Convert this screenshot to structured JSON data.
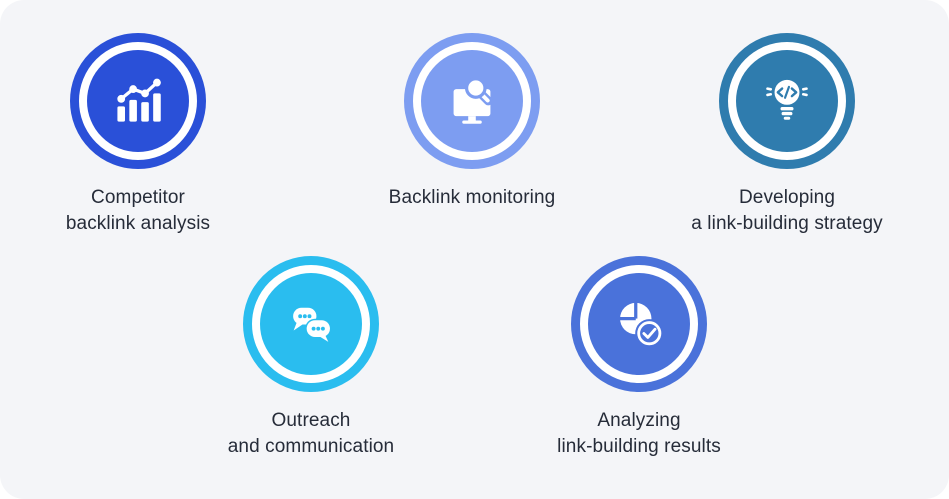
{
  "card": {
    "page_background": "#ffffff",
    "background": "#f4f5f8",
    "text_color": "#262c39"
  },
  "items": [
    {
      "icon": "bar-chart-trend-icon",
      "color": "#2a50d8",
      "lines": [
        "Competitor",
        "backlink analysis"
      ]
    },
    {
      "icon": "monitor-search-icon",
      "color": "#7d9df1",
      "lines": [
        "Backlink monitoring"
      ]
    },
    {
      "icon": "lightbulb-code-icon",
      "color": "#2f7cae",
      "lines": [
        "Developing",
        "a link-building strategy"
      ]
    },
    {
      "icon": "chat-bubbles-icon",
      "color": "#2abdef",
      "lines": [
        "Outreach",
        "and communication"
      ]
    },
    {
      "icon": "pie-chart-check-icon",
      "color": "#4a72da",
      "lines": [
        "Analyzing",
        "link-building results"
      ]
    }
  ]
}
